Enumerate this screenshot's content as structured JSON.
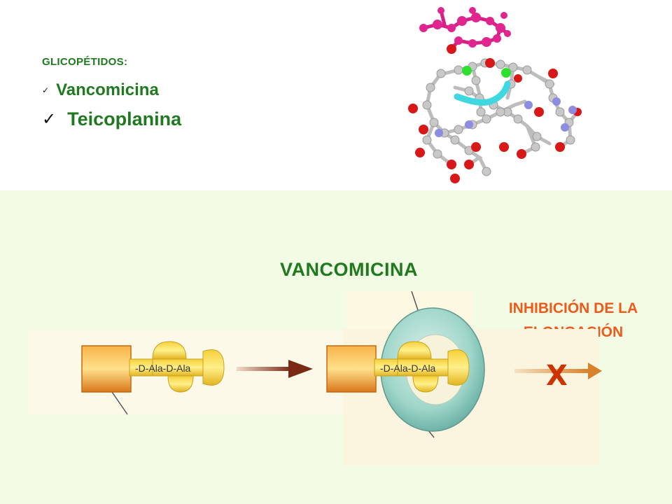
{
  "header": {
    "heading": "GLICOPÉTIDOS:",
    "items": [
      "Vancomicina",
      "Teicoplanina"
    ]
  },
  "diagram": {
    "title": "VANCOMICINA",
    "inhibition_label": "INHIBICIÓN DE LA ELONGACIÓN",
    "peptide_label_left": "-D-Ala-D-Ala",
    "peptide_label_right": "-D-Ala-D-Ala",
    "block_symbol": "X"
  },
  "colors": {
    "heading_green": "#1f7a1f",
    "inhibition_orange": "#ee5a1a",
    "panel_bg": "#f2fbe4",
    "vancomycin_ring": "#8fcfc0",
    "block_red": "#cc3300"
  },
  "icons": [
    "checkmark-icon",
    "molecule-image",
    "arrow-icon",
    "x-block-icon"
  ]
}
